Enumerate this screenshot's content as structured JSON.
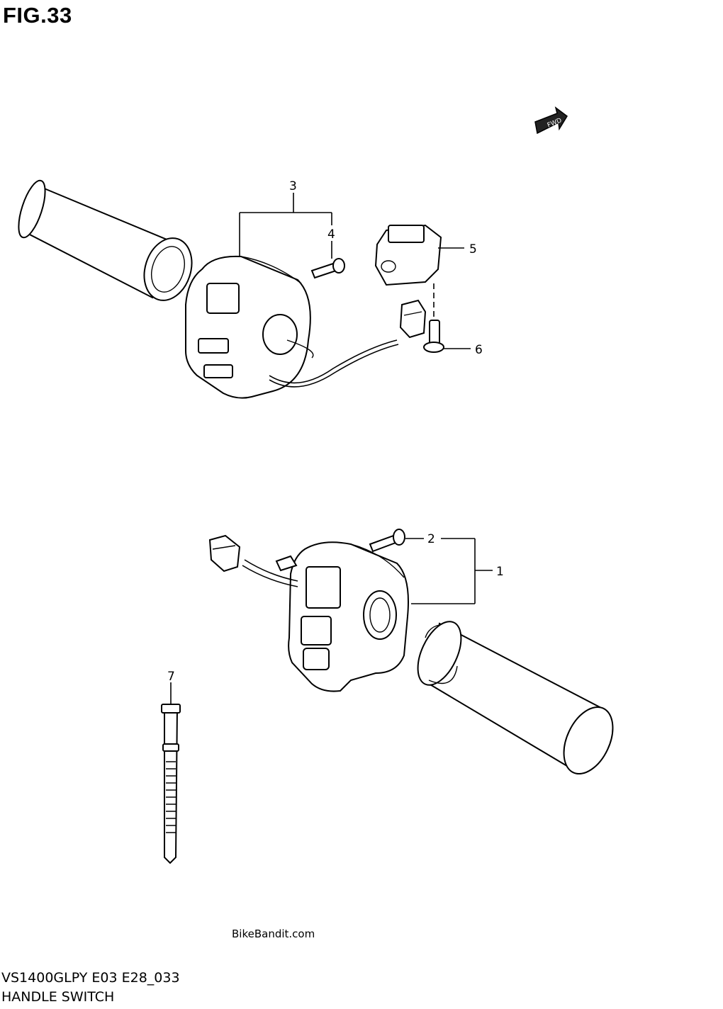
{
  "figure": {
    "title": "FIG.33"
  },
  "fwd_marker": {
    "text": "FWD"
  },
  "callouts": [
    "1",
    "2",
    "3",
    "4",
    "5",
    "6",
    "7"
  ],
  "watermark": "BikeBandit.com",
  "model": "VS1400GLPY E03 E28_033",
  "caption": "HANDLE SWITCH"
}
